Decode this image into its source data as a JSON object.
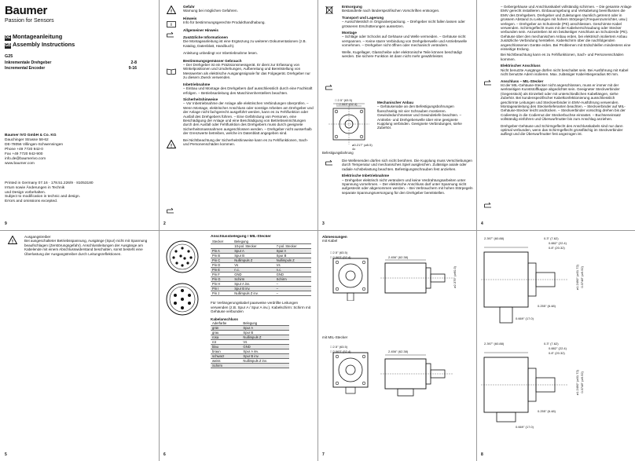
{
  "brand": {
    "name": "Baumer",
    "tagline": "Passion for Sensors"
  },
  "cover": {
    "lang_de": "DE",
    "lang_gb": "GB",
    "title_de": "Montageanleitung",
    "title_en": "Assembly Instructions",
    "model": "G25",
    "toc": [
      {
        "label": "Inkrementale Drehgeber",
        "pages": "2-8"
      },
      {
        "label": "Incremental Encoder",
        "pages": "9-16"
      }
    ],
    "address": [
      "Baumer IVO GmbH & Co. KG",
      "Dauchinger Strasse 58-62",
      "DE-78056 Villingen-Schwenningen",
      "Phone +49 7720 942-0",
      "Fax +49 7720 942-900",
      "info.de@baumerivo.com",
      "www.baumer.com"
    ],
    "print": [
      "Printed in Germany   07.16 · 178.51.226/9 · 81053180",
      "Irrtum sowie Änderungen in Technik",
      "und Design vorbehalten.",
      "Subject to modification in technic and design.",
      "Errors and omissions excepted."
    ],
    "page_number": "9"
  },
  "p2": {
    "gefahr_title": "Gefahr",
    "gefahr_text": "Warnung bei möglichen Gefahren.",
    "hinweis_title": "Hinweis",
    "hinweis_text": "Info für bestimmungsgerechte Produkthandhabung.",
    "allg": "Allgemeiner Hinweis",
    "zus_title": "Zusätzliche Informationen",
    "zus_text": "Die Montageanleitung ist eine Ergänzung zu weiteren Dokumentationen (z.B. Katalog, Datenblatt, Handbuch).",
    "lesen": "Anleitung unbedingt vor Inbetriebnahme lesen.",
    "bgg_title": "Bestimmungsgemässer Gebrauch",
    "bgg_text": "– Der Drehgeber ist ein Präzisionsmessgerät. Er dient zur Erfassung von Winkelpositionen und Umdrehungen, Aufbereitung und Bereitstellung von Messwerten als elektrische Ausgangssignale für das Folgegerät. Drehgeber nur zu diesem Zweck verwenden.",
    "inb_title": "Inbetriebnahme",
    "inb_text": "– Einbau und Montage des Drehgebers darf ausschliesslich durch eine Fachkraft erfolgen. – Betriebsanleitung des Maschinenherstellers beachten.",
    "sich_title": "Sicherheitshinweise",
    "sich_text": "– Vor Inbetriebnahme der Anlage alle elektrischen Verbindungen überprüfen. – Wenn Montage, elektrischer Anschluss oder sonstige Arbeiten am Drehgeber und der Anlage nicht fachgerecht ausgeführt werden, kann es zu Fehlfunktion oder Ausfall des Drehgebers führen. – Eine Gefährdung von Personen, eine Beschädigung der Anlage und eine Beschädigung von Betriebseinrichtungen durch den Ausfall oder Fehlfunktion des Drehgebers muss durch geeignete Sicherheitsmassnahmen ausgeschlossen werden. – Drehgeber nicht ausserhalb der Grenzwerte betreiben, welche im Datenblatt angegeben sind.",
    "haft": "Bei Nichtbeachtung der Sicherheitshinweise kann es zu Fehlfunktionen, Sach- und Personenschäden kommen.",
    "page_number": "2"
  },
  "p3": {
    "ents_title": "Entsorgung",
    "ents_text": "Bestandteile nach länderspezifischen Vorschriften entsorgen.",
    "tl_title": "Transport und Lagerung",
    "tl_text": "– Ausschliesslich in Originalverpackung. – Drehgeber nicht fallen lassen oder grösseren Erschütterungen aussetzen.",
    "mont_title": "Montage",
    "mont_text": "– Schläge oder Schocks auf Gehäuse und Welle vermeiden. – Gehäuse nicht verspannen. – Keine starre Verbindung von Drehgeberwelle und Antriebswelle vornehmen. – Drehgeber nicht öffnen oder mechanisch verändern.",
    "welle_note": "Welle, Kugellager, Glasscheibe oder elektronische Teile können beschädigt werden. Die sichere Funktion ist dann nicht mehr gewährleistet.",
    "dim_a": "□ 2.5\" (63.5)",
    "dim_b": "□ 2.063\" (52.4)",
    "dim_c": "ø0.217\" (ø5.5) 4x",
    "bef": "Befestigungsbohrung",
    "mech_title": "Mechanischer Anbau",
    "mech_text": "– Gehäusenabe an den Befestigungsbohrungen flanschseitig mit vier Schrauben montieren. Gewindedurchmesser und Gewindetiefe beachten. – Antriebs- und Drehgeberwelle über eine geeignete Kupplung verbinden. Geeignete Verbindungen, siehe Zubehör.",
    "kuppl": "Die Wellenenden dürfen sich nicht berühren. Die Kupplung muss Verschiebungen durch Temperatur und mechanisches Spiel ausgleichen. Zulässige axiale oder radiale Achsbelastung beachten. Befestigungsschrauben fest anziehen.",
    "el_title": "Elektrische Inbetriebnahme",
    "el_text": "– Drehgeber elektrisch nicht verändern und keine Verdrahtungsarbeiten unter Spannung vornehmen. – Der elektrische Anschluss darf unter Spannung nicht aufgesteckt oder abgenommen werden. – Bei Verbrauchern mit hohen Störpegeln separate Spannungsversorgung für den Drehgeber bereitstellen.",
    "page_number": "3"
  },
  "p4": {
    "top_text": "– Gebergehäuse und Anschlusskabel vollständig schirmen. – Die gesamte Anlage EMV gerecht installieren. Einbauumgebung und Verkabelung beeinflussen die EMV des Drehgebers. Drehgeber und Zuleitungen räumlich getrennt oder in grossem Abstand zu Leitungen mit hohem Störpegel (Frequenzumrichter, usw.) verlegen. – Drehgeber an Schutzerde (PE) anschliessen. Geschirmte Kabel verwenden. Schirmgeflecht muss mit der Kabelverschraubung oder Stecker verbunden sein. Anzustreben ist ein beidseitiger Anschluss an Schutzerde (PE). Gehäuse über den mechanischen Anbau erden, bei elektrisch isoliertem Anbau zusätzliche Verbindung herstellen. Kabelschirm über die nachfolgenden angeschlossenen Geräte erden. Bei Problemen mit Erdschleifen mindestens eine einseitige Erdung.",
    "note": "Bei Nichtbeachtung kann es zu Fehlfunktionen, Sach- und Personenschäden kommen.",
    "ea_title": "Elektrischer Anschluss",
    "ea_text": "Nicht benutzte Ausgänge dürfen nicht beschaltet sein. Bei Ausführung mit Kabel nicht benutzte Adern isolieren. Max. zulässiger Kabel-Biegeradius 90 mm.",
    "mil_title": "Anschluss – MIL-Stecker",
    "mil_text": "Ist der MIL-Gehäuse-Stecker nicht angeschlossen, muss er immer mit der werkseitigen Kunststoffkappe abgedichtet sein. Geeigneter Steckverbinder (Gegenstück) als Einzelteil oder mit unterschiedlichen Kabellängen, siehe Zubehör. Bei kundenspezifischer Kabelkonfektionierung ausschliesslich geschirmte Leitungen und Steckverbinder in EMV-Ausführung verwenden. Montageanleitung des Steckerlieferanten beachten. – Steckverbinder auf MIL-Gehäuse-Stecker leicht andrücken. – Steckverbinder vorsichtig drehen bis der Codiersteg in die Codiernut der Steckerbuchse einrastet. – Buchseneinsatz vollständig einführen und Überwurfmutter bis zum Anschlag anziehen.",
    "note2": "Drehgeber-Gehäuse und Schirmgeflecht des Anschlusskabels sind nur dann optimal verbunden, wenn das Schirmgeflecht grossflächig im Steckverbinder aufliegt und die Überwurfmutter fest angezogen ist.",
    "page_number": "4"
  },
  "p5": {
    "title": "Ausgangstreiber",
    "text": "Bei ausgeschalteter Betriebsspannung, Ausgänge (Spur) nicht mit Spannung beaufschlagen (Zerstörungsgefahr). Anschlussleitungen der Ausgänge am Kabelende mit einem Abschlusswiderstand beschalten, sonst besteht eine Überlastung der Ausgangstreiber durch Leitungsreflektionen.",
    "page_number": "5"
  },
  "p6": {
    "title": "Anschlussbelegung / MIL-Stecker",
    "head": [
      "Stecker",
      "Belegung"
    ],
    "head2": [
      "10-pol. Stecker",
      "7-pol. Stecker"
    ],
    "rows": [
      [
        "Pin A",
        "Spur A",
        "Spur A"
      ],
      [
        "Pin B",
        "Spur B",
        "Spur B"
      ],
      [
        "Pin C",
        "Nullimpuls Z",
        "Nullimpuls Z"
      ],
      [
        "Pin D",
        "Vs",
        "Vs"
      ],
      [
        "Pin E",
        "n.c.",
        "n.c."
      ],
      [
        "Pin F",
        "GND",
        "GND"
      ],
      [
        "Pin G",
        "Schirm",
        "Schirm"
      ],
      [
        "Pin H",
        "Spur A inv.",
        "–"
      ],
      [
        "Pin I",
        "Spur B inv.",
        "–"
      ],
      [
        "Pin J",
        "Nullimpuls Z inv.",
        "–"
      ]
    ],
    "note": "Für Verlängerungskabel paarweise verdrillte Leitungen verwenden (z.B. Spur A / Spur A inv.). Kabelschirm: Schirm mit Gehäuse verbunden",
    "kab_title": "Kabelanschluss",
    "kab_head": [
      "Aderfarbe",
      "Belegung"
    ],
    "kab_rows": [
      [
        "grün",
        "Spur A"
      ],
      [
        "grau",
        "Spur B"
      ],
      [
        "rosa",
        "Nullimpuls Z"
      ],
      [
        "rot",
        "Vs"
      ],
      [
        "blau",
        "GND"
      ],
      [
        "braun",
        "Spur A inv."
      ],
      [
        "schwarz",
        "Spur B inv."
      ],
      [
        "weiss",
        "Nullimpuls Z inv."
      ],
      [
        "Schirm",
        ""
      ]
    ],
    "page_number": "6"
  },
  "p7": {
    "title": "Abmessungen",
    "mit_kabel": "mit Kabel",
    "mit_mil": "mit MIL-Stecker",
    "dims1": [
      "□ 2.5\" (63.5)",
      "□ 2.063\" (52.4)",
      "2.456\" (62.38)",
      "ø2.375\" (ø60.3)"
    ],
    "dims2": [
      "□ 2.5\" (63.5)",
      "□ 2.063\" (52.4)",
      "2.456\" (62.38)"
    ],
    "page_number": "7"
  },
  "p8": {
    "dims1": [
      "2.397\" (60.88)",
      "0.3\" (7.62)",
      "0.882\" (22.4)",
      "0.8\" (20.32)",
      "0.255\" (6.48)",
      "0.669\" (17.0)",
      "ø1.2490\" (ø31.72)",
      "0.3748\" (ø9.52)"
    ],
    "dims2": [
      "2.397\" (60.88)",
      "0.3\" (7.62)",
      "0.882\" (22.4)",
      "0.8\" (20.32)",
      "0.255\" (6.48)",
      "0.669\" (17.0)",
      "ø1.2490\" (ø31.72)",
      "0.3748\" (ø9.52)"
    ],
    "page_number": "8"
  }
}
